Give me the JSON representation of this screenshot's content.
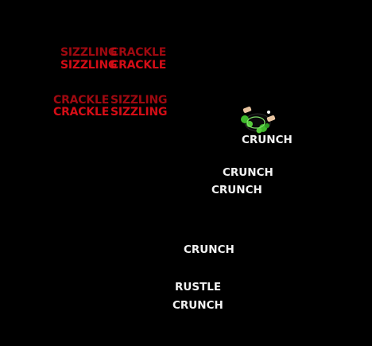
{
  "sound_effects": {
    "sizzling_1_top": "SIZZLING",
    "crackle_1_top": "CRACKLE",
    "sizzling_1": "SIZZLING",
    "crackle_1": "CRACKLE",
    "crackle_2_top": "CRACKLE",
    "sizzling_2_top": "SIZZLING",
    "crackle_2": "CRACKLE",
    "sizzling_2": "SIZZLING",
    "crunch_1": "CRUNCH",
    "crunch_2": "CRUNCH",
    "crunch_3": "CRUNCH",
    "crunch_4": "CRUNCH",
    "rustle_1": "RUSTLE",
    "crunch_5": "CRUNCH"
  },
  "sprite": {
    "icon": "vegetable-pan-sprite"
  },
  "colors": {
    "background": "#000000",
    "sizzle_red": "#d40d16",
    "crunch_white": "#f2f2f2",
    "sprite_green": "#3fb82c",
    "sprite_tan": "#e8c4a0"
  }
}
